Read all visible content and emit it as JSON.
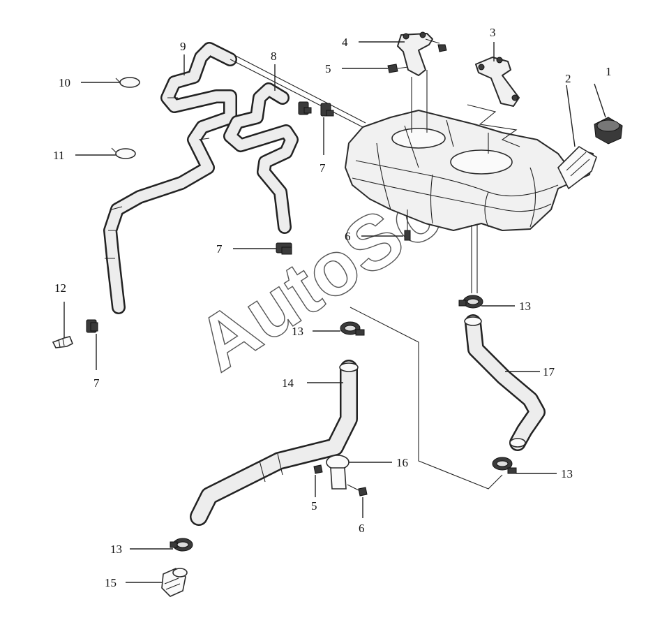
{
  "callouts": {
    "c1": "1",
    "c2": "2",
    "c3": "3",
    "c4": "4",
    "c5a": "5",
    "c5b": "5",
    "c6a": "6",
    "c6b": "6",
    "c7a": "7",
    "c7b": "7",
    "c7c": "7",
    "c8": "8",
    "c9": "9",
    "c10": "10",
    "c11": "11",
    "c12": "12",
    "c13a": "13",
    "c13b": "13",
    "c13c": "13",
    "c13d": "13",
    "c14": "14",
    "c15": "15",
    "c16": "16",
    "c17": "17"
  },
  "watermark": "AutoSoft"
}
